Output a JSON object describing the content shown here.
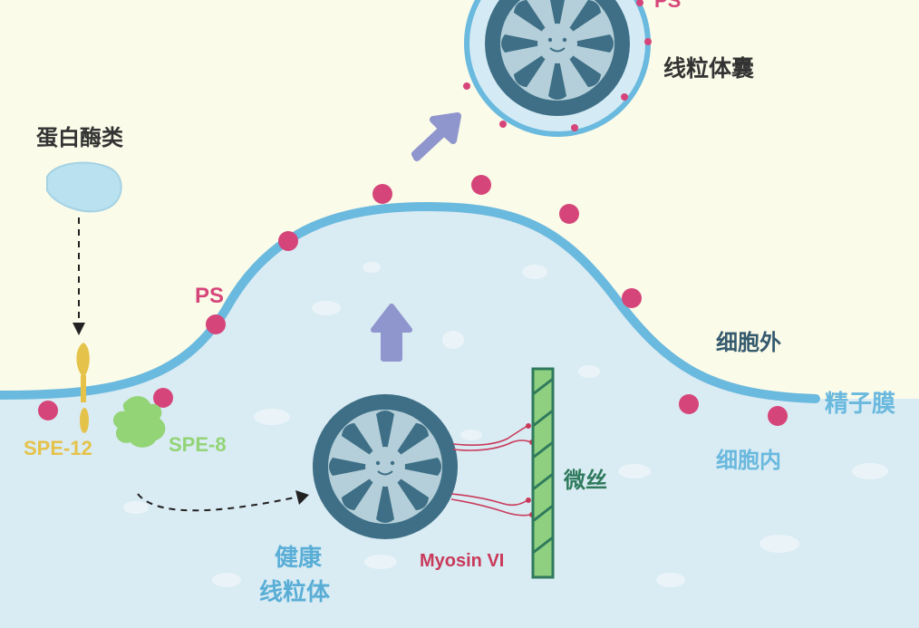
{
  "labels": {
    "ps_top": "PS",
    "ps_main": "PS",
    "mitochondrial_sac": "线粒体囊",
    "proteases": "蛋白酶类",
    "extracellular": "细胞外",
    "sperm_membrane": "精子膜",
    "intracellular": "细胞内",
    "spe12": "SPE-12",
    "spe8": "SPE-8",
    "microfilament": "微丝",
    "myosin": "Myosin VI",
    "healthy_line1": "健康",
    "healthy_line2": "线粒体"
  },
  "colors": {
    "background_outside": "#fbfbe9",
    "cell_interior": "#d9ebf3",
    "membrane": "#6ab9de",
    "ps_dots": "#d6457a",
    "mitochondrion": "#3e6f86",
    "mito_inner": "#b4cfd9",
    "arrows": "#8f95cd",
    "spe12": "#e5c24a",
    "spe8": "#92d476",
    "microfilament": "#8fcf80",
    "myosin": "#c93a5a"
  }
}
